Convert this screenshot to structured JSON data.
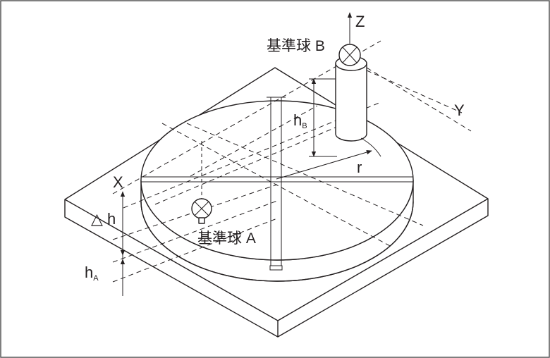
{
  "labels": {
    "axis_z": "Z",
    "axis_y": "Y",
    "axis_x": "X",
    "radius": "r",
    "sphere_a": "基準球 A",
    "sphere_b": "基準球 B",
    "delta_symbol": "△",
    "h": "h",
    "h_b_main": "h",
    "h_b_sub": "B",
    "h_a_main": "h",
    "h_a_sub": "A"
  },
  "colors": {
    "line": "#231f20",
    "background": "#ffffff",
    "frame": "#555555"
  }
}
